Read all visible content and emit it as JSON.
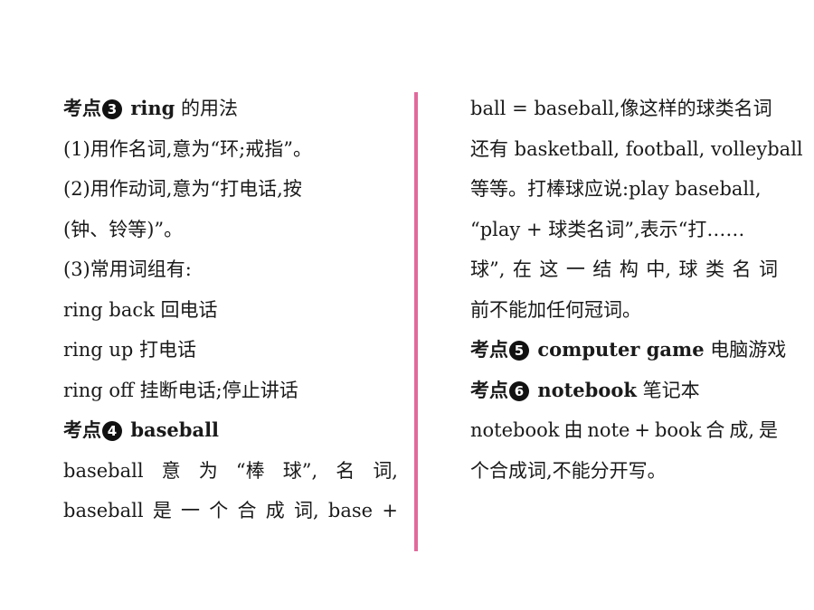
{
  "left": {
    "k3": {
      "prefix": "考点",
      "num": "3",
      "word": "ring",
      "suffix": " 的用法"
    },
    "l1": "(1)用作名词,意为“环;戒指”。",
    "l2": "(2)用作动词,意为“打电话,按",
    "l3": "(钟、铃等)”。",
    "l4": "(3)常用词组有:",
    "l5": "ring back 回电话",
    "l6": "ring up 打电话",
    "l7": "ring off 挂断电话;停止讲话",
    "k4": {
      "prefix": "考点",
      "num": "4",
      "word": "baseball"
    },
    "l8": [
      "baseball",
      "意",
      "为",
      "“棒",
      "球”,",
      "名",
      "词,"
    ],
    "l9": [
      "baseball",
      "是",
      "一",
      "个",
      "合",
      "成",
      "词,",
      "base",
      "+"
    ]
  },
  "right": {
    "r1": "ball = baseball,像这样的球类名词",
    "r2": "还有 basketball, football, volleyball",
    "r3": "等等。打棒球应说:play baseball,",
    "r4": "“play + 球类名词”,表示“打……",
    "r5": [
      "球”,",
      "在",
      "这",
      "一",
      "结",
      "构",
      "中,",
      "球",
      "类",
      "名",
      "词"
    ],
    "r6": "前不能加任何冠词。",
    "k5": {
      "prefix": "考点",
      "num": "5",
      "word": "computer game",
      "suffix": " 电脑游戏"
    },
    "k6": {
      "prefix": "考点",
      "num": "6",
      "word": "notebook",
      "suffix": " 笔记本"
    },
    "r7": [
      "notebook",
      "由",
      "note",
      "+",
      "book",
      "合",
      "成,",
      "是"
    ],
    "r8": "个合成词,不能分开写。"
  }
}
